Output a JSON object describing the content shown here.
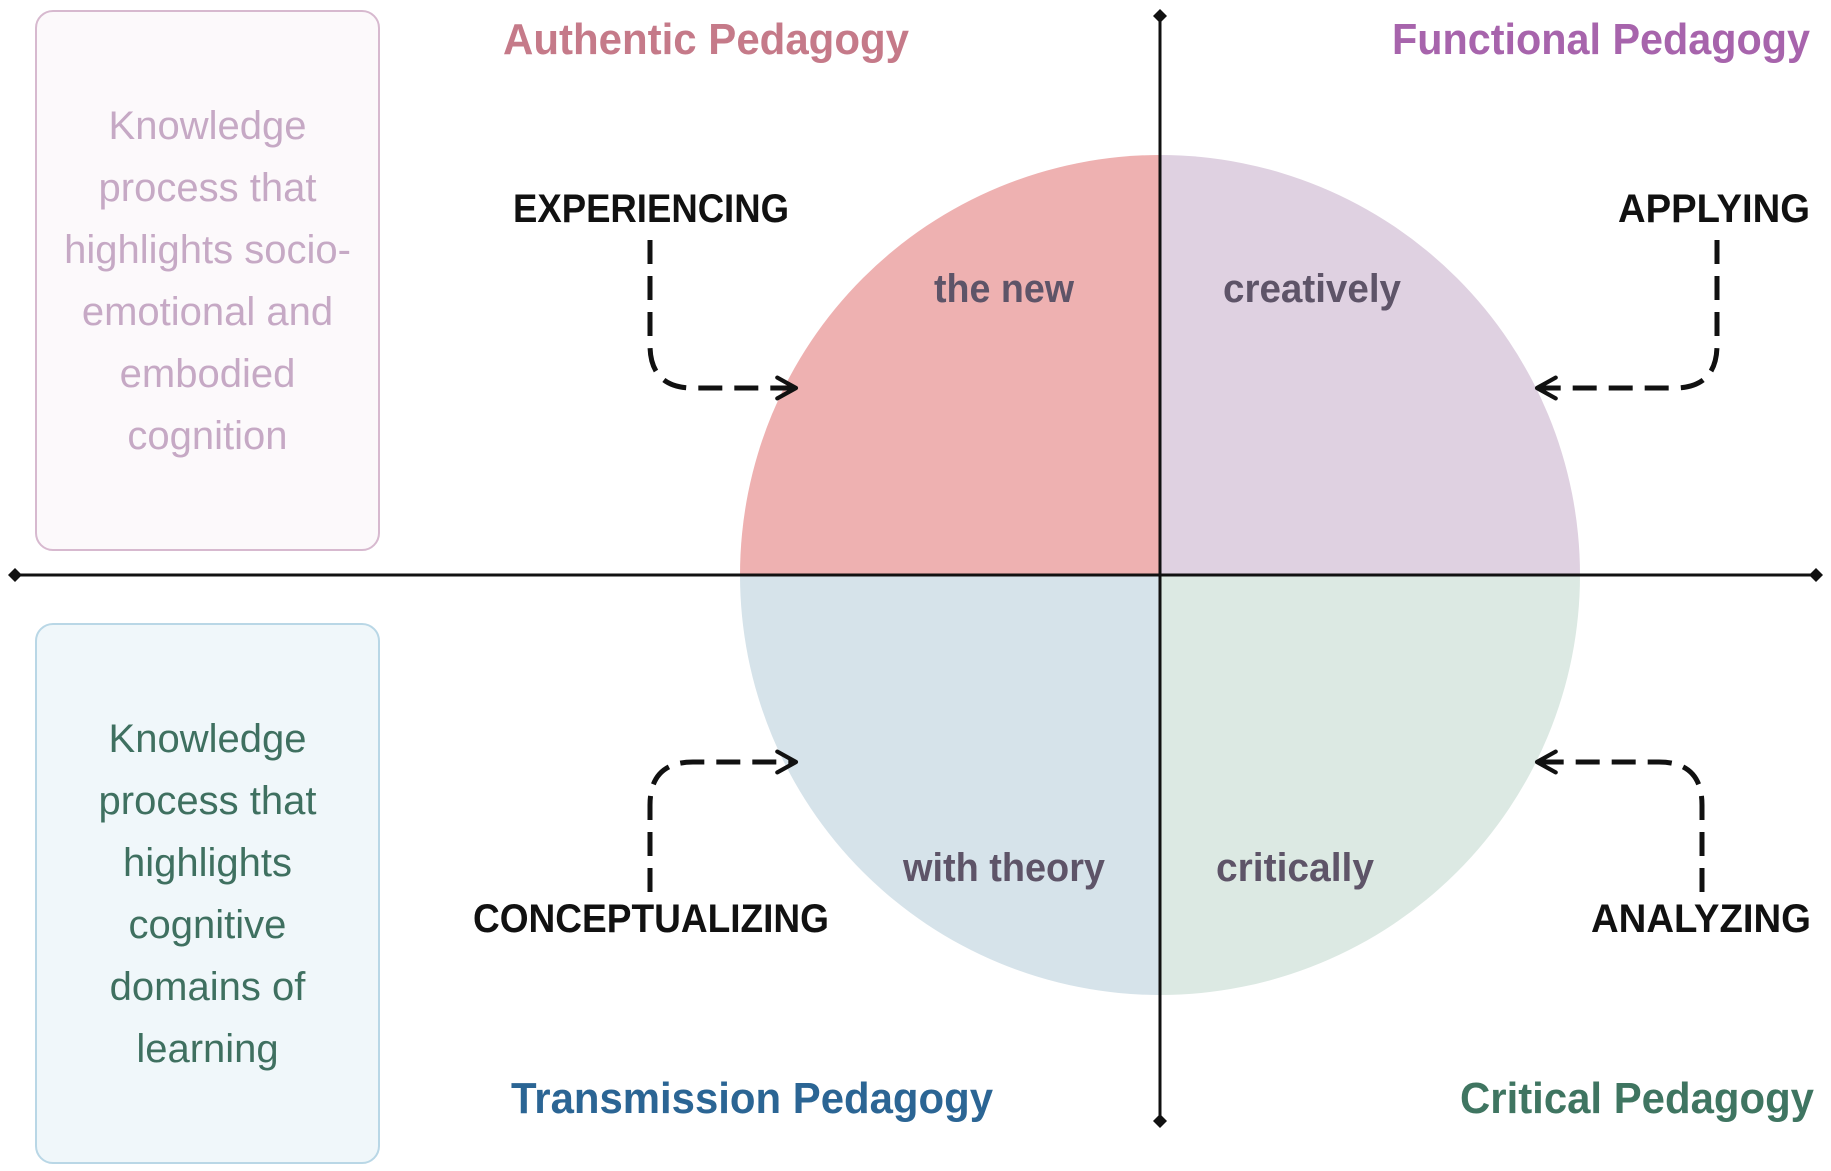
{
  "colors": {
    "authentic": "#c57a89",
    "functional": "#a764ac",
    "transmission": "#2b6594",
    "critical": "#3f7561",
    "quadrant_top_left": "#eeb1b1",
    "quadrant_top_right": "#dfd1e1",
    "quadrant_bottom_left": "#d6e3ea",
    "quadrant_bottom_right": "#dce9e3"
  },
  "pedagogies": {
    "authentic": "Authentic Pedagogy",
    "functional": "Functional Pedagogy",
    "transmission": "Transmission Pedagogy",
    "critical": "Critical Pedagogy"
  },
  "processes": {
    "experiencing": "EXPERIENCING",
    "applying": "APPLYING",
    "conceptualizing": "CONCEPTUALIZING",
    "analyzing": "ANALYZING"
  },
  "inner_labels": {
    "top_left": "the new",
    "top_right": "creatively",
    "bottom_left": "with theory",
    "bottom_right": "critically"
  },
  "notes": {
    "top": "Knowledge\nprocess that\nhighlights socio-\nemotional and\nembodied\ncognition",
    "bottom": "Knowledge\nprocess that\nhighlights\ncognitive\ndomains of\nlearning"
  }
}
